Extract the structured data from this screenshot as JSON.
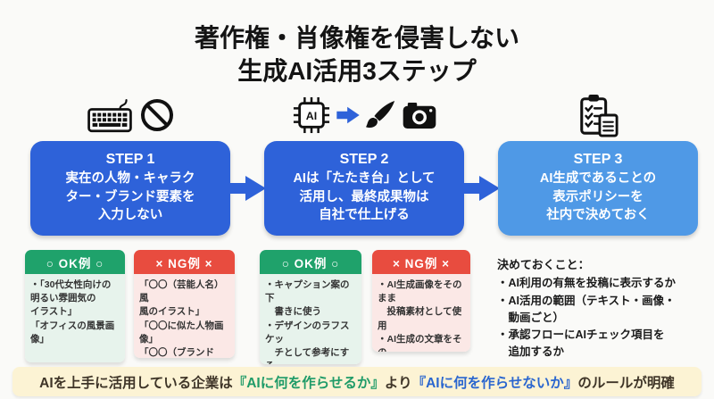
{
  "title": {
    "text": "著作権・肖像権を侵害しない\n生成AI活用3ステップ"
  },
  "steps": [
    {
      "label": "STEP 1",
      "body": "実在の人物・キャラク\nター・ブランド要素を\n入力しない",
      "icons": [
        "keyboard-icon",
        "prohibition-icon"
      ]
    },
    {
      "label": "STEP 2",
      "body": "AIは「たたき台」として\n活用し、最終成果物は\n自社で仕上げる",
      "icons": [
        "ai-chip-icon",
        "arrow-small-icon",
        "paintbrush-icon",
        "camera-icon"
      ]
    },
    {
      "label": "STEP 3",
      "body": "AI生成であることの\n表示ポリシーを\n社内で決めておく",
      "icons": [
        "checklist-icon"
      ]
    }
  ],
  "examples": [
    {
      "type": "ok",
      "header": "○ OK例 ○",
      "body": "・「30代女性向けの\n明るい雰囲気の\nイラスト」\n「オフィスの風景画\n像」"
    },
    {
      "type": "ng",
      "header": "× NG例 ×",
      "body": "「〇〇（芸能人名）風\n風のイラスト」\n「〇〇に似た人物画像」\n「〇〇（ブランド名）\nのロゴ入り画像」"
    },
    {
      "type": "ok",
      "header": "○ OK例 ○",
      "body": "・キャプション案の下\n　書きに使う\n・デザインのラフスケッ\n　チとして参考にする\n・動画の構成案出しに\n　活用する"
    },
    {
      "type": "ng",
      "header": "× NG例 ×",
      "body": "・AI生成画像をそのまま\n　投稿素材として使用\n・AI生成の文章をその\n　ままコピペで投稿"
    }
  ],
  "notes": {
    "heading": "決めておくこと：",
    "items": [
      "・AI利用の有無を投稿に表示するか",
      "・AI活用の範囲（テキスト・画像・\n　動画ごと）",
      "・承認フローにAIチェック項目を\n　追加するか"
    ]
  },
  "banner": {
    "segments": [
      {
        "text": "AIを上手に活用している企業は",
        "style": "dark"
      },
      {
        "text": "『AIに何を作らせるか』",
        "style": "green"
      },
      {
        "text": "より",
        "style": "dark"
      },
      {
        "text": "『AIに何を作らせないか』",
        "style": "blue"
      },
      {
        "text": "のルールが明確",
        "style": "dark"
      }
    ]
  },
  "colors": {
    "page_bg": "#fafaf8",
    "title_color": "#141414",
    "step_blue": "#2e62d9",
    "step3_blue": "#4f99e6",
    "ok_green": "#1fa26b",
    "ok_bg": "#e7f3ec",
    "ng_red": "#e84c3f",
    "ng_bg": "#fbe8e6",
    "banner_bg": "#fcf3d4",
    "banner_text": "#3f3528",
    "banner_green": "#1f9b68",
    "banner_blue": "#2a66cf"
  }
}
